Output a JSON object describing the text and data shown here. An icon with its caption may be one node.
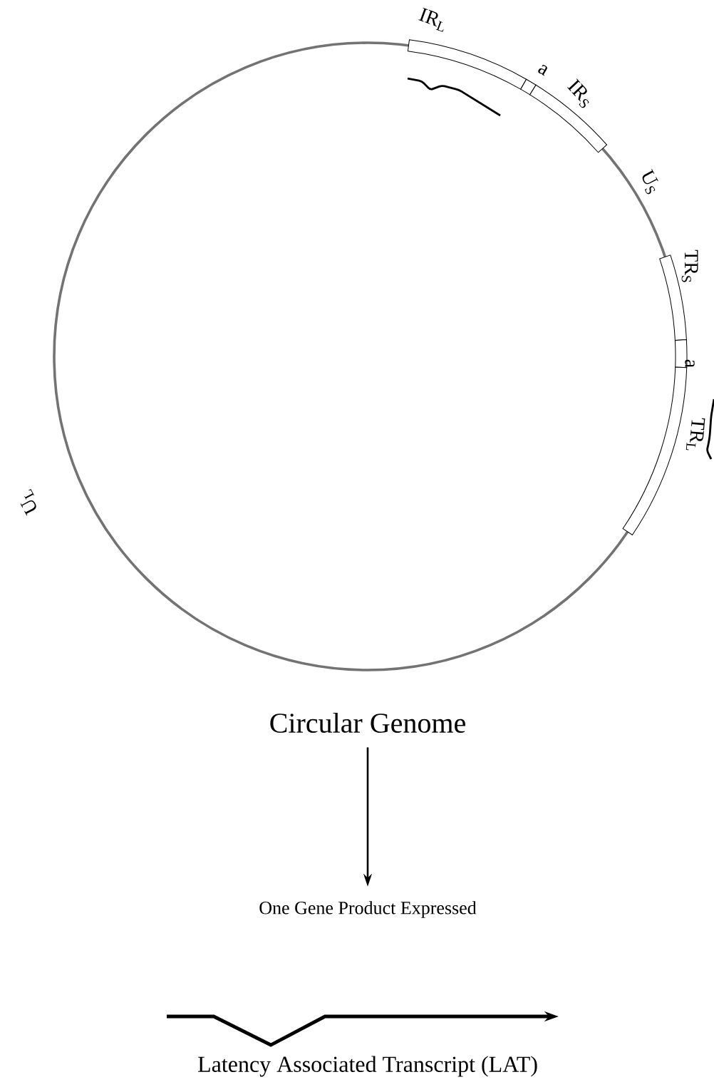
{
  "diagram": {
    "nodes": [
      {
        "text": [
          "Circular Genome"
        ]
      },
      {
        "text": [
          "One Gene Product Expressed"
        ]
      },
      {
        "text": [
          "Latency Associated Transcript (LAT)"
        ]
      }
    ],
    "edges": [
      {
        "from": 0,
        "to": 1,
        "arrow": "to"
      }
    ],
    "labels": [
      "IR$_{L}$",
      "a",
      "IR$_{S}$",
      "U$_{S}$",
      "TR$_{S}$",
      "a",
      "TR$_{L}$",
      "U$_{L}$"
    ]
  }
}
